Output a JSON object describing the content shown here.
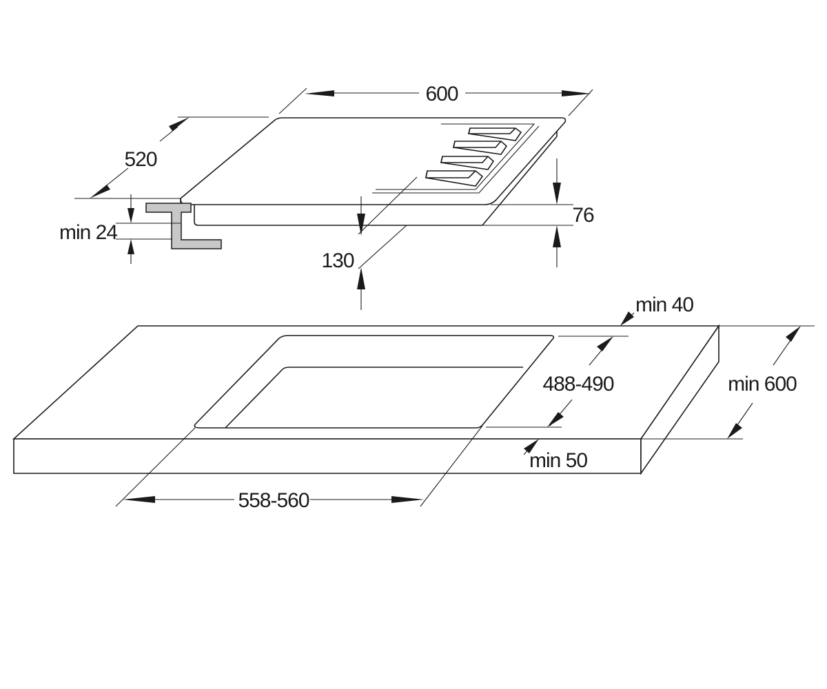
{
  "hob_dimensions": {
    "width": "600",
    "depth": "520",
    "clip_thickness": "min 24",
    "body_height": "76",
    "space_below": "130"
  },
  "worktop_cutout": {
    "rear_margin": "min 40",
    "cutout_depth": "488-490",
    "worktop_depth": "min 600",
    "front_margin": "min 50",
    "cutout_width": "558-560"
  }
}
